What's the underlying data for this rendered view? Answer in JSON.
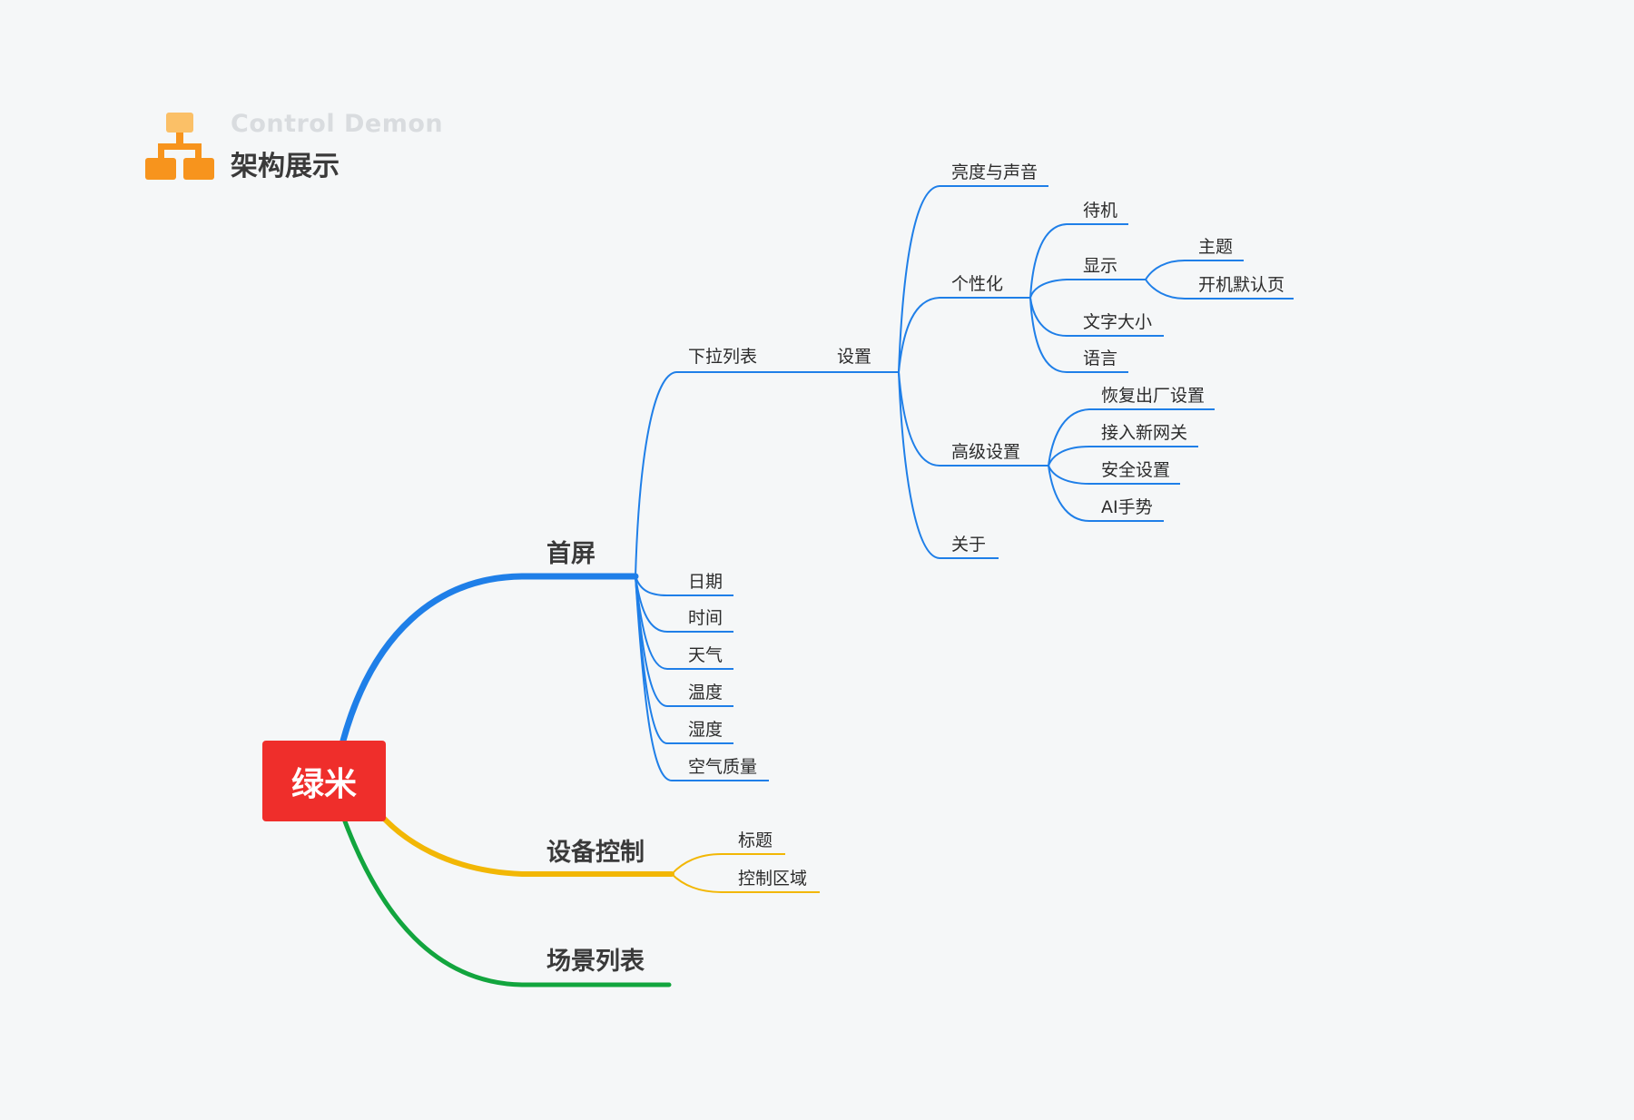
{
  "header": {
    "subtitle": "Control Demon",
    "title": "架构展示"
  },
  "colors": {
    "blue": "#1f7fe8",
    "yellow": "#f2b705",
    "green": "#12a53e",
    "root": "#ef2e2b",
    "logo": "#f7941d"
  },
  "root": "绿米",
  "branches": {
    "home": {
      "label": "首屏",
      "dropdown": {
        "label": "下拉列表",
        "settings": {
          "label": "设置",
          "brightness_sound": "亮度与声音",
          "personalize": {
            "label": "个性化",
            "standby": "待机",
            "display": {
              "label": "显示",
              "theme": "主题",
              "boot_page": "开机默认页"
            },
            "font_size": "文字大小",
            "language": "语言"
          },
          "advanced": {
            "label": "高级设置",
            "factory_reset": "恢复出厂设置",
            "new_gateway": "接入新网关",
            "security": "安全设置",
            "ai_gesture": "AI手势"
          },
          "about": "关于"
        }
      },
      "items": [
        "日期",
        "时间",
        "天气",
        "温度",
        "湿度",
        "空气质量"
      ]
    },
    "device": {
      "label": "设备控制",
      "items": [
        "标题",
        "控制区域"
      ]
    },
    "scene": {
      "label": "场景列表"
    }
  }
}
